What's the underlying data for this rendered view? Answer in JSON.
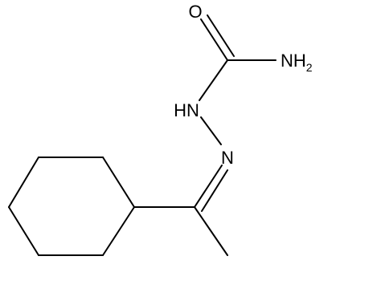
{
  "molecule": {
    "atom_labels": {
      "oxygen": "O",
      "amine": "NH",
      "amine_subscript": "2",
      "hydrazine": "HN",
      "imine": "N"
    },
    "colors": {
      "bond": "#000000",
      "label": "#000000",
      "background": "#ffffff"
    }
  }
}
